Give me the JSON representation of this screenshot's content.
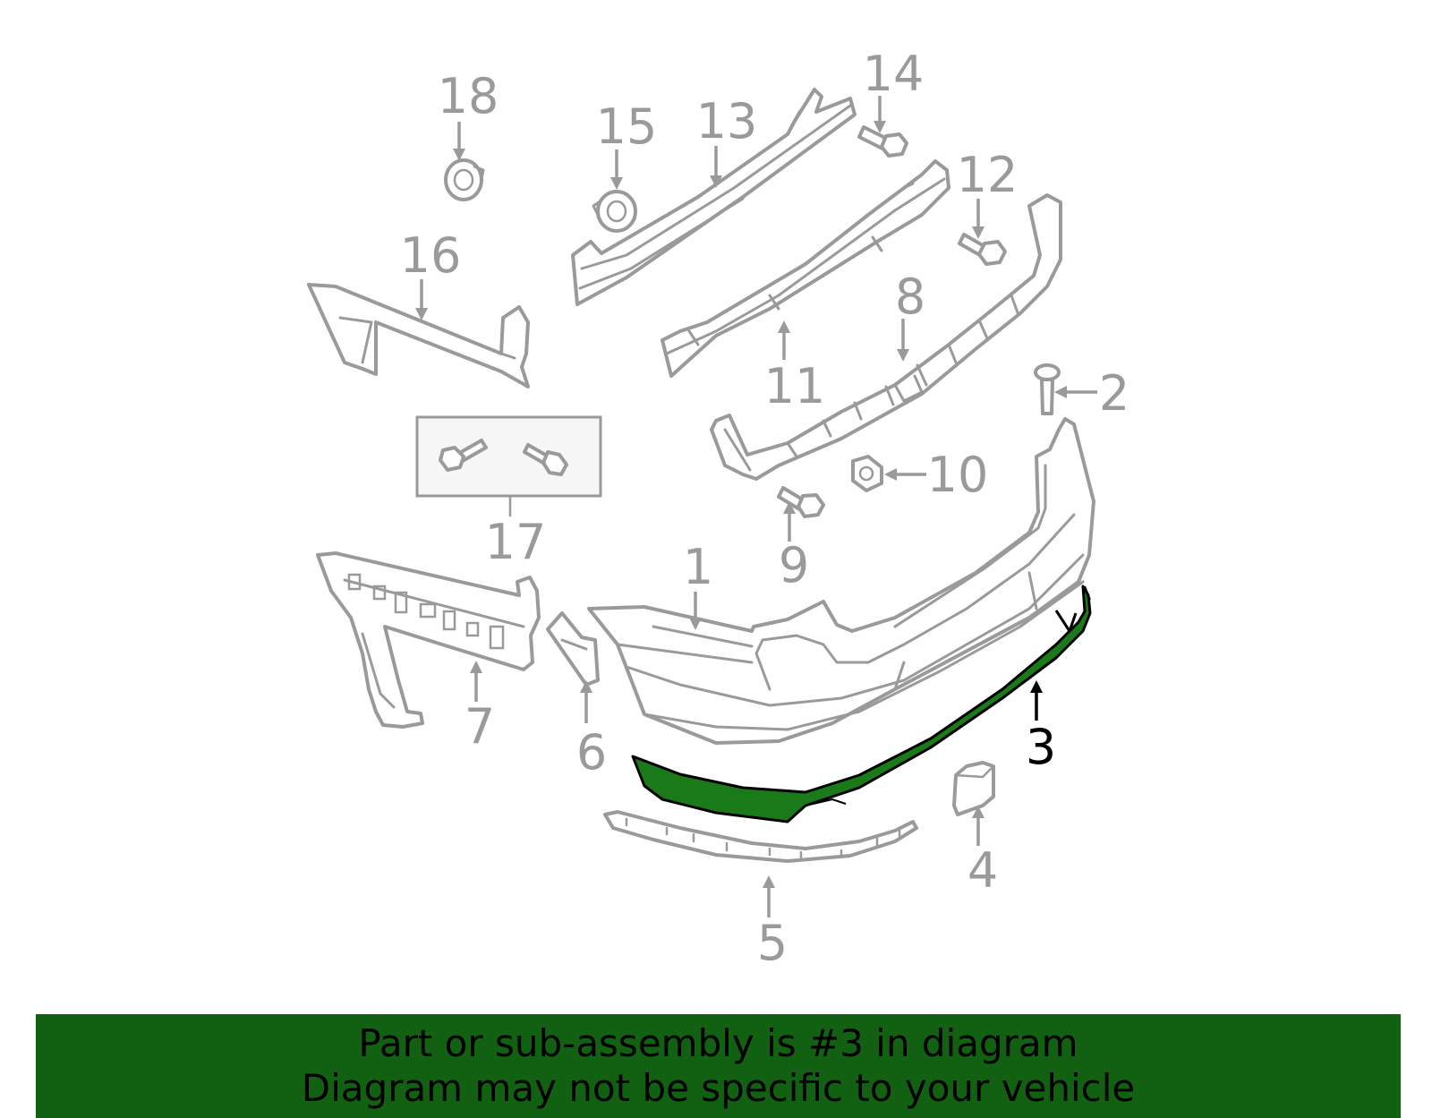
{
  "diagram": {
    "highlight_color": "#1a7a1a",
    "part_stroke_color": "#9a9a9a",
    "highlighted_part": "3",
    "callouts": {
      "p1": "1",
      "p2": "2",
      "p3": "3",
      "p4": "4",
      "p5": "5",
      "p6": "6",
      "p7": "7",
      "p8": "8",
      "p9": "9",
      "p10": "10",
      "p11": "11",
      "p12": "12",
      "p13": "13",
      "p14": "14",
      "p15": "15",
      "p16": "16",
      "p17": "17",
      "p18": "18"
    }
  },
  "banner": {
    "background": "#126112",
    "line1": "Part or sub-assembly is #3 in diagram",
    "line2": "Diagram may not be specific to your vehicle"
  }
}
